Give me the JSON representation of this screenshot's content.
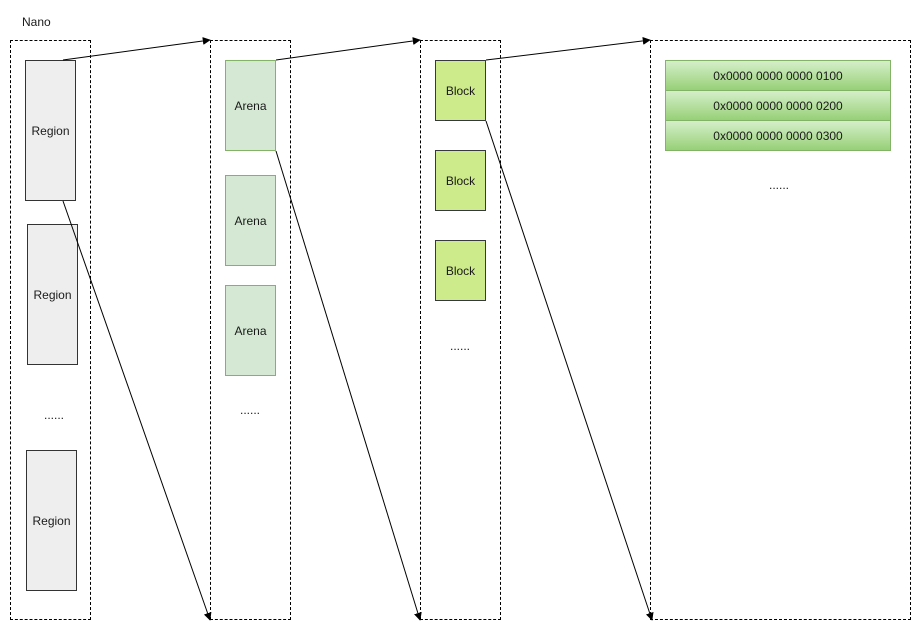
{
  "title": "Nano",
  "regions": [
    "Region",
    "Region",
    "Region"
  ],
  "region_more": "......",
  "arenas": [
    "Arena",
    "Arena",
    "Arena"
  ],
  "arena_more": "......",
  "blocks": [
    "Block",
    "Block",
    "Block"
  ],
  "block_more": "......",
  "addresses": [
    "0x0000 0000 0000 0100",
    "0x0000 0000 0000 0200",
    "0x0000 0000 0000 0300"
  ],
  "address_more": "......",
  "colors": {
    "region_fill": "#eeeeee",
    "arena_fill": "#d5e8d4",
    "arena_stroke": "#82b366",
    "block_fill": "#cdeb8b",
    "address_fill": "#97d077"
  }
}
